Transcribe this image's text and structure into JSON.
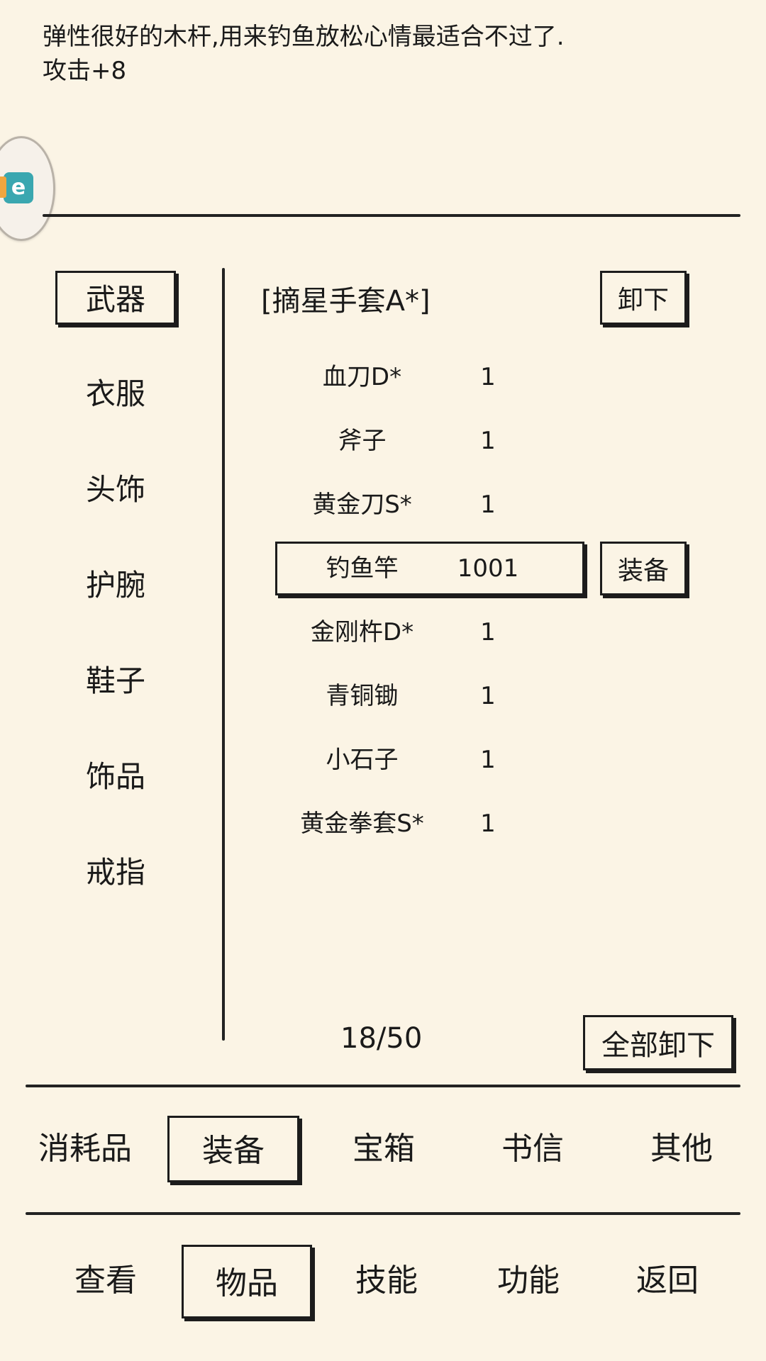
{
  "description": {
    "line1": "弹性很好的木杆,用来钓鱼放松心情最适合不过了.",
    "line2": "攻击+8"
  },
  "float_ball": {
    "icon": "app-logo-icon"
  },
  "categories": [
    {
      "label": "武器",
      "selected": true
    },
    {
      "label": "衣服"
    },
    {
      "label": "头饰"
    },
    {
      "label": "护腕"
    },
    {
      "label": "鞋子"
    },
    {
      "label": "饰品"
    },
    {
      "label": "戒指"
    }
  ],
  "equipped": {
    "name": "[摘星手套A*]",
    "unequip_label": "卸下"
  },
  "items": [
    {
      "name": "血刀D*",
      "count": "1"
    },
    {
      "name": "斧子",
      "count": "1"
    },
    {
      "name": "黄金刀S*",
      "count": "1"
    },
    {
      "name": "钓鱼竿",
      "count": "1001",
      "selected": true
    },
    {
      "name": "金刚杵D*",
      "count": "1"
    },
    {
      "name": "青铜锄",
      "count": "1"
    },
    {
      "name": "小石子",
      "count": "1"
    },
    {
      "name": "黄金拳套S*",
      "count": "1"
    }
  ],
  "equip_label": "装备",
  "page_count": "18/50",
  "unequip_all_label": "全部卸下",
  "inventory_tabs": [
    {
      "label": "消耗品"
    },
    {
      "label": "装备",
      "selected": true
    },
    {
      "label": "宝箱"
    },
    {
      "label": "书信"
    },
    {
      "label": "其他"
    }
  ],
  "nav_tabs": [
    {
      "label": "查看"
    },
    {
      "label": "物品",
      "selected": true
    },
    {
      "label": "技能"
    },
    {
      "label": "功能"
    },
    {
      "label": "返回"
    }
  ]
}
